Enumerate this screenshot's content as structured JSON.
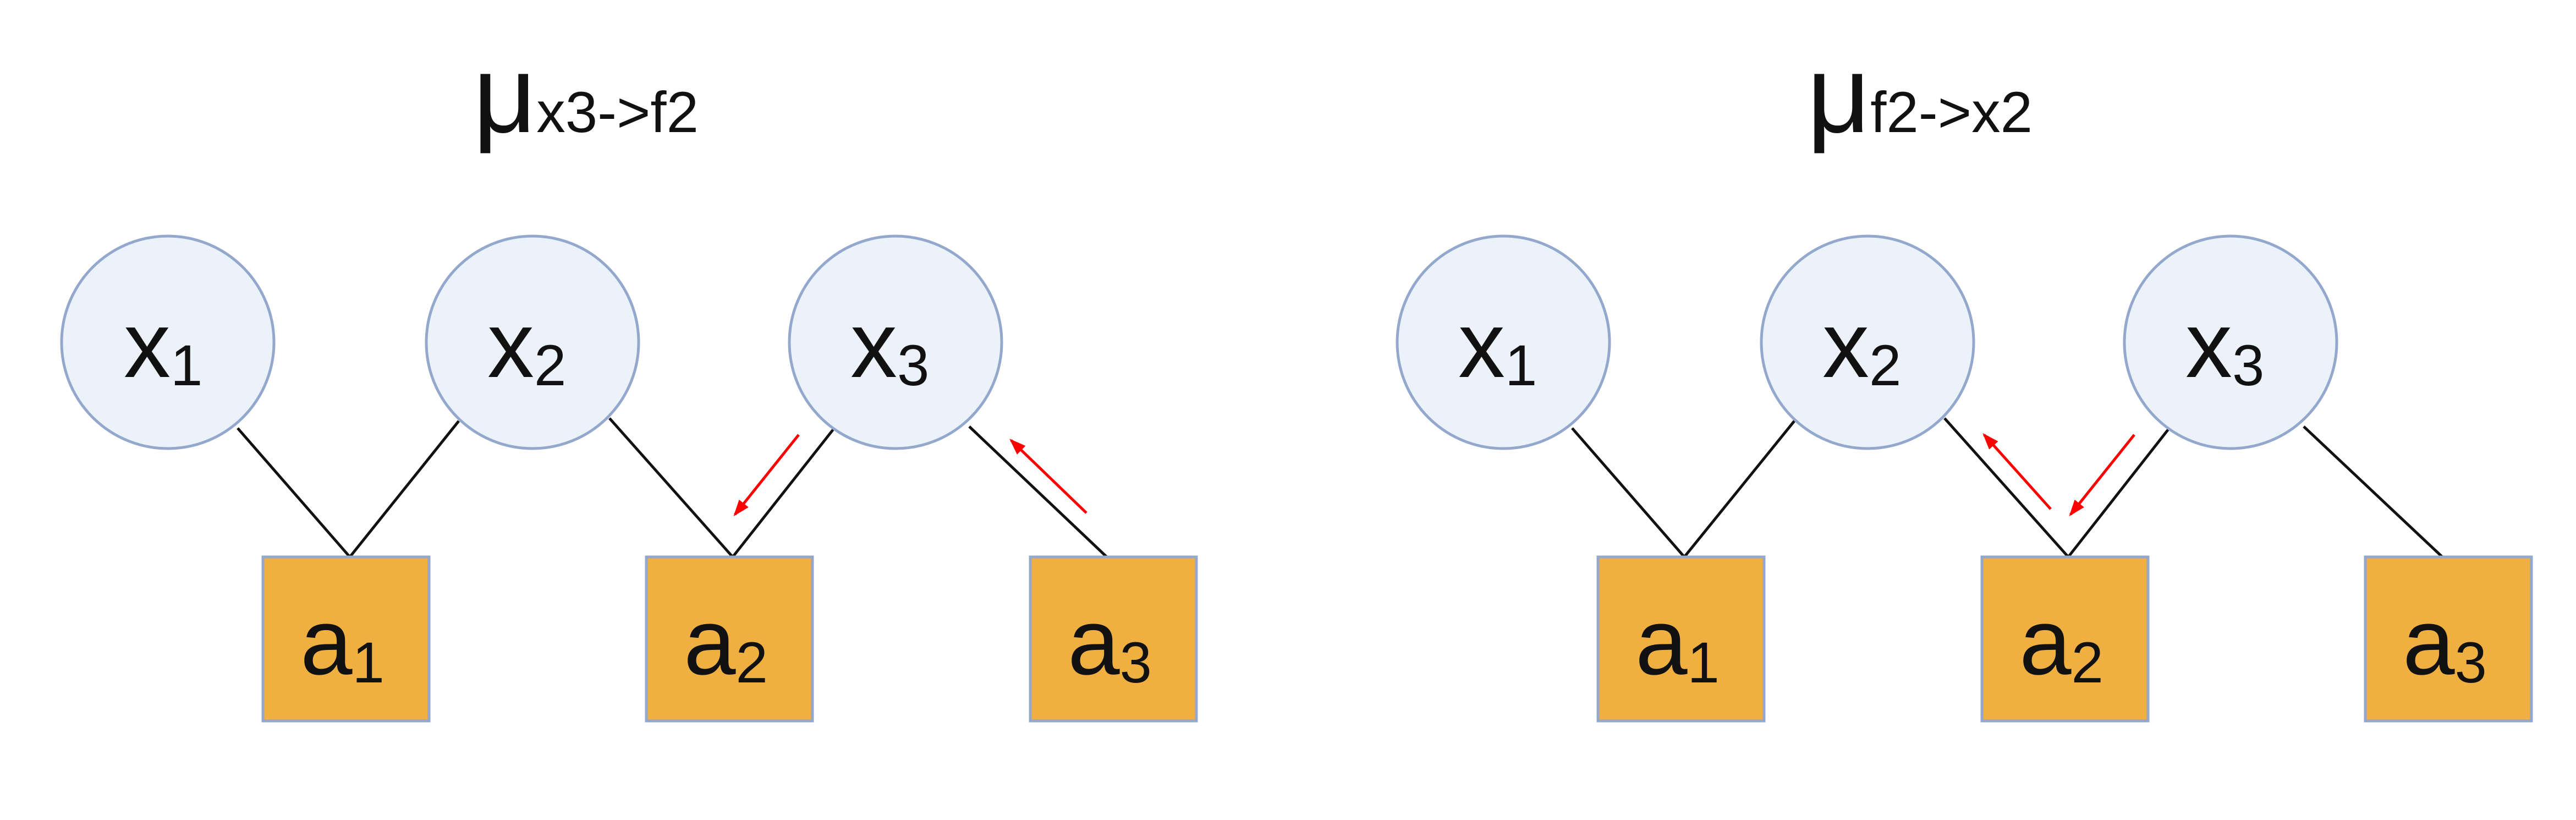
{
  "colors": {
    "variable_fill": "#ebf2fa",
    "variable_stroke": "#93a8cc",
    "factor_fill": "#f0b041",
    "factor_stroke": "#93a8cc",
    "edge": "#111111",
    "message_arrow": "#ff0000"
  },
  "panels": [
    {
      "title_symbol": "μ",
      "title_subscript": "x3->f2",
      "variables": [
        {
          "base": "x",
          "sub": "1"
        },
        {
          "base": "x",
          "sub": "2"
        },
        {
          "base": "x",
          "sub": "3"
        }
      ],
      "factors": [
        {
          "base": "a",
          "sub": "1"
        },
        {
          "base": "a",
          "sub": "2"
        },
        {
          "base": "a",
          "sub": "3"
        }
      ]
    },
    {
      "title_symbol": "μ",
      "title_subscript": "f2->x2",
      "variables": [
        {
          "base": "x",
          "sub": "1"
        },
        {
          "base": "x",
          "sub": "2"
        },
        {
          "base": "x",
          "sub": "3"
        }
      ],
      "factors": [
        {
          "base": "a",
          "sub": "1"
        },
        {
          "base": "a",
          "sub": "2"
        },
        {
          "base": "a",
          "sub": "3"
        }
      ]
    }
  ]
}
